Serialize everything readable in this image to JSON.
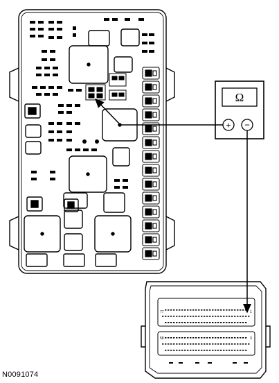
{
  "figure_id": "N0091074",
  "meter": {
    "symbol": "Ω",
    "positive_terminal": "+",
    "negative_terminal": "−"
  },
  "connector_pins": {
    "top_left": "77",
    "top_right": "1",
    "bottom_left": "58",
    "bottom_right": "3"
  },
  "colors": {
    "line": "#000000",
    "background": "#ffffff",
    "hatch": "#555555"
  }
}
